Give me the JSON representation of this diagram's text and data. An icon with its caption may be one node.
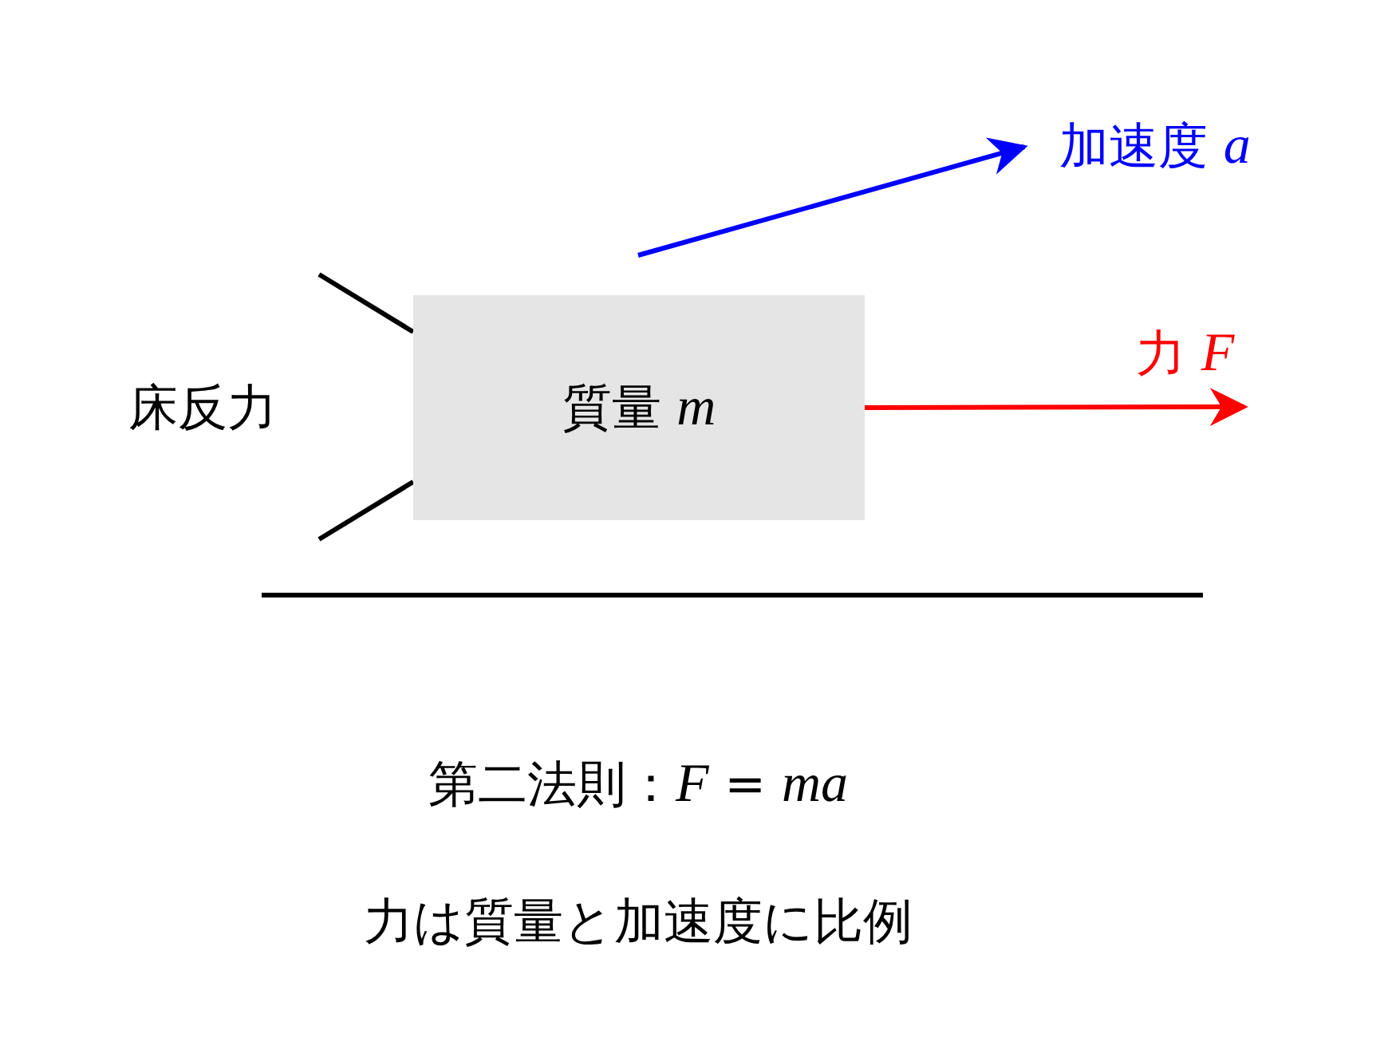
{
  "diagram": {
    "nodes": [
      {
        "text": [
          "質量 *m*"
        ]
      },
      {
        "text": [
          "加速度 *a*"
        ]
      }
    ],
    "edges": [
      {
        "from": null,
        "to": 1,
        "arrow": "to",
        "color": "#0000ff"
      },
      {
        "from": 0,
        "to": null,
        "arrow": "to",
        "label": "力 *F*",
        "color": "#ff0000"
      }
    ],
    "labels": [
      "床反力",
      "第二法則：*F* = *ma*",
      "力は質量と加速度に比例"
    ]
  }
}
